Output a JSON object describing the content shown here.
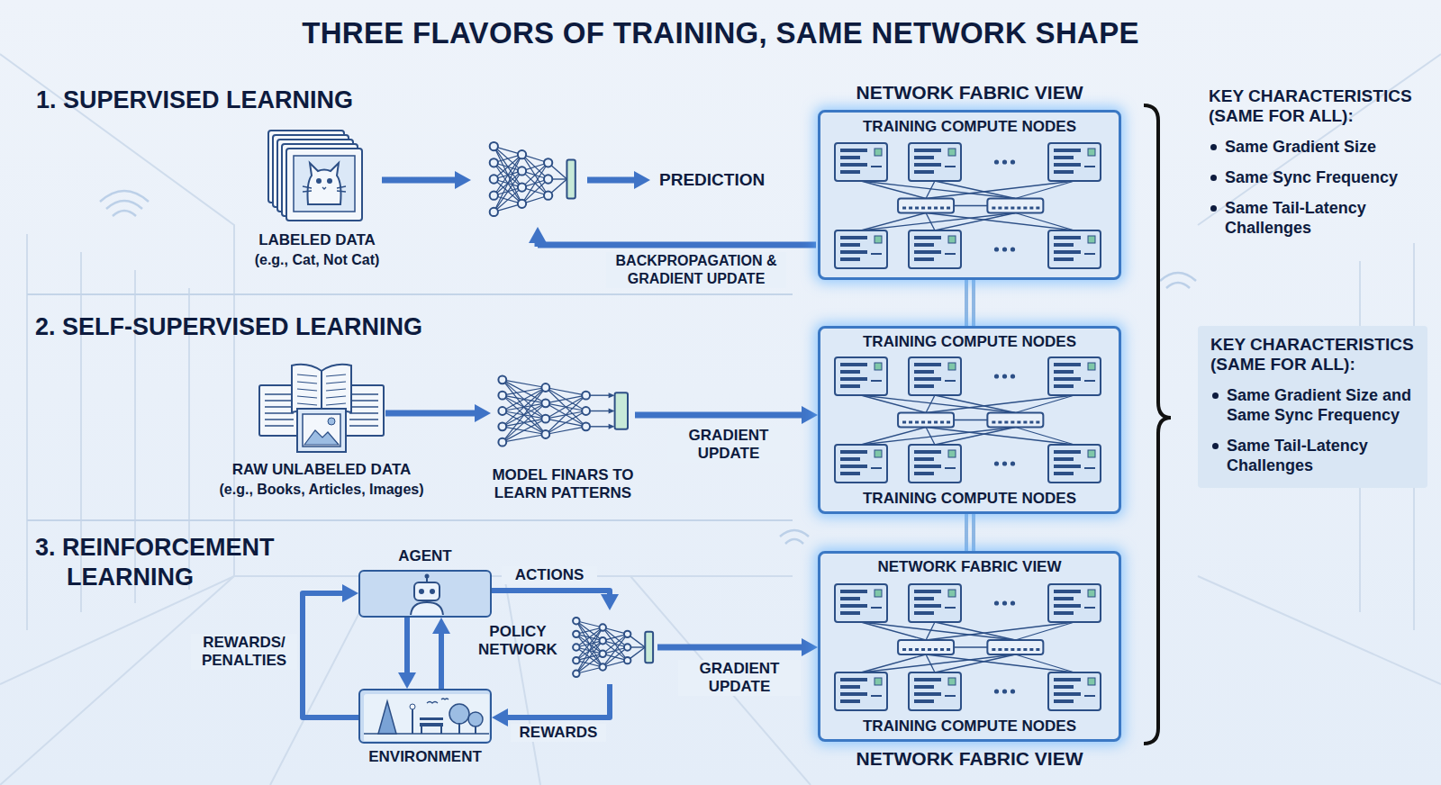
{
  "diagram": {
    "title": "THREE FLAVORS OF TRAINING, SAME NETWORK SHAPE",
    "nodes": [
      {
        "text": [
          "LABELED DATA",
          "(e.g., Cat, Not Cat)"
        ]
      },
      {
        "text": [
          "NETWORK FABRIC VIEW",
          "TRAINING COMPUTE NODES"
        ]
      },
      {
        "text": [
          "RAW UNLABELED DATA",
          "(e.g., Books, Articles, Images)"
        ]
      },
      {
        "text": [
          "MODEL FINARS TO LEARN PATTERNS"
        ]
      },
      {
        "text": [
          "TRAINING COMPUTE NODES",
          "TRAINING COMPUTE NODES"
        ]
      },
      {
        "text": [
          "AGENT"
        ]
      },
      {
        "text": [
          "POLICY NETWORK"
        ]
      },
      {
        "text": [
          "ENVIRONMENT"
        ]
      },
      {
        "text": [
          "NETWORK FABRIC VIEW",
          "TRAINING COMPUTE NODES",
          "NETWORK FABRIC VIEW"
        ]
      },
      {
        "text": [
          "KEY CHARACTERISTICS (SAME FOR ALL):",
          "Same Gradient Size and Same Sync Frequency",
          "Same Tail-Latency Challenges"
        ]
      }
    ],
    "edges": [
      {
        "from": 2,
        "to": 3,
        "arrow": "to"
      },
      {
        "from": 3,
        "to": 4,
        "label": "GRADIENT UPDATE",
        "arrow": "to"
      },
      {
        "from": 5,
        "to": 6,
        "label": "ACTIONS",
        "arrow": "to"
      },
      {
        "from": 6,
        "to": 7,
        "label": "REWARDS",
        "arrow": "to"
      },
      {
        "from": 5,
        "to": 7,
        "arrow": "to"
      },
      {
        "from": 7,
        "to": 5,
        "arrow": "to"
      },
      {
        "from": 7,
        "to": 5,
        "label": "REWARDS/ PENALTIES",
        "arrow": "to"
      },
      {
        "from": 6,
        "to": 8,
        "label": "GRADIENT UPDATE",
        "arrow": "to"
      },
      {
        "from": 1,
        "to": 4,
        "arrow": "none"
      },
      {
        "from": 4,
        "to": 8,
        "arrow": "none"
      }
    ],
    "labels": [
      "1. SUPERVISED LEARNING",
      "PREDICTION",
      "BACKPROPAGATION & GRADIENT UPDATE",
      "2. SELF-SUPERVISED LEARNING",
      "3. REINFORCEMENT LEARNING",
      "KEY CHARACTERISTICS (SAME FOR ALL):",
      "Same Gradient Size",
      "Same Sync Frequency",
      "Same Tail-Latency Challenges"
    ]
  }
}
